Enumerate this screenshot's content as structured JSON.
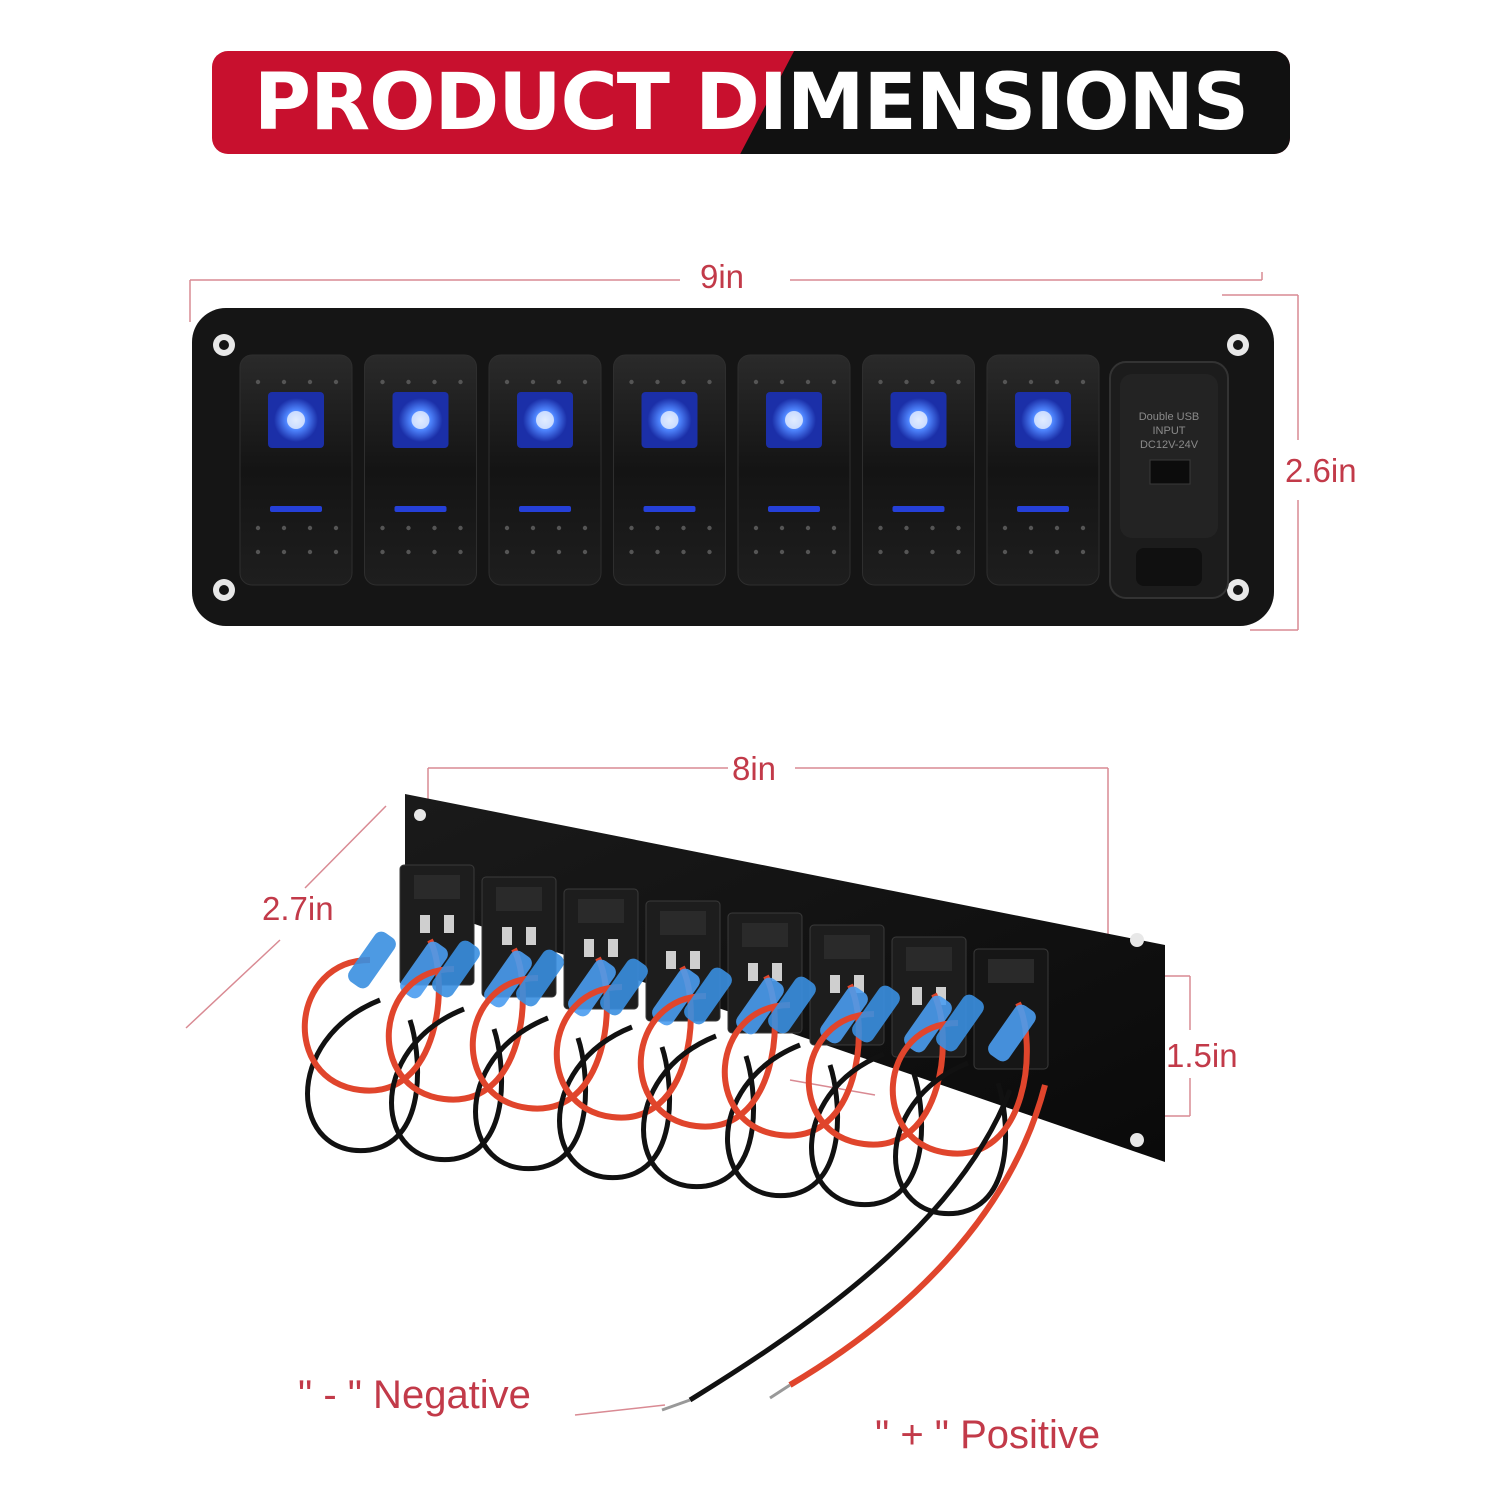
{
  "title": "PRODUCT DIMENSIONS",
  "front_view": {
    "width_label": "9in",
    "height_label": "2.6in",
    "switch_count": 7,
    "usb_socket": {
      "line1": "Double USB",
      "line2": "INPUT",
      "line3": "DC12V-24V"
    },
    "switch_led_color": "#2f6bff"
  },
  "back_view": {
    "width_label": "8in",
    "depth_label": "2.7in",
    "height_label": "1.5in"
  },
  "wire_labels": {
    "negative": "\" - \" Negative",
    "positive": "\" + \" Positive"
  },
  "colors": {
    "banner_red": "#c8102e",
    "banner_black": "#111111",
    "dimension": "#c23a49",
    "panel": "#151515",
    "wire_red": "#e0452c",
    "wire_black": "#111111",
    "connector_blue": "#3a8fe0"
  }
}
